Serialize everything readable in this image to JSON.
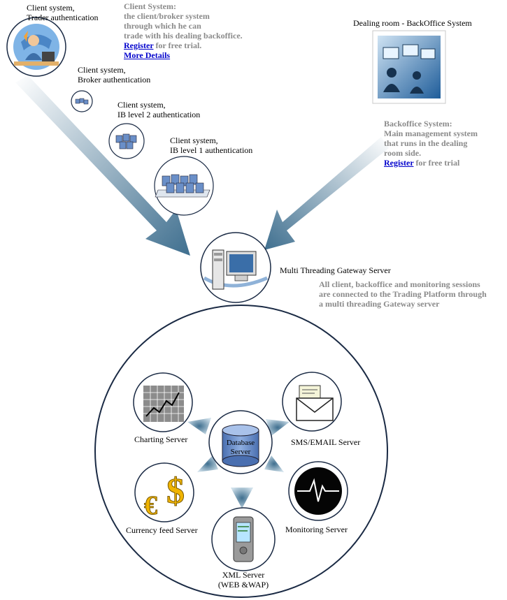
{
  "colors": {
    "arrow_dark": "#3f6f8f",
    "arrow_light": "#ffffff",
    "note_text": "#8a8a8a",
    "link": "#0000cc",
    "circle_stroke": "#1a2a44",
    "database_blue": "#6a8fc8"
  },
  "top_client": {
    "label_lines": [
      "Client system,",
      "Trader authentication"
    ],
    "title": "Client System:",
    "desc_lines": [
      "the client/broker system",
      "through which he can",
      "trade with his dealing backoffice."
    ],
    "register_link": "Register",
    "register_suffix": " for free trial.",
    "details_link": "More Details"
  },
  "broker": {
    "label_lines": [
      "Client system,",
      "Broker authentication"
    ]
  },
  "ib2": {
    "label_lines": [
      "Client system,",
      "IB level 2 authentication"
    ]
  },
  "ib1": {
    "label_lines": [
      "Client system,",
      "IB level 1 authentication"
    ]
  },
  "dealing_room": {
    "label": "Dealing room - BackOffice System"
  },
  "backoffice": {
    "desc_lines": [
      "Backoffice System:",
      "Main management system",
      "that runs in the dealing",
      "room side."
    ],
    "register_link": "Register",
    "register_suffix": " for free trial"
  },
  "gateway": {
    "label": "Multi Threading Gateway Server",
    "desc_lines": [
      "All client, backoffice and monitoring sessions",
      "are connected to the Trading Platform through",
      "a multi threading Gateway server"
    ]
  },
  "servers": {
    "charting": "Charting Server",
    "sms": "SMS/EMAIL Server",
    "database_lines": [
      "Database",
      "Server"
    ],
    "currency": "Currency feed Server",
    "monitoring": "Monitoring Server",
    "xml_lines": [
      "XML Server",
      "(WEB &WAP)"
    ]
  },
  "icons": {
    "trader": "trader-person-icon",
    "dealing_room_photo": "dealing-room-photo",
    "broker": "servers-small-icon",
    "ib2": "servers-medium-icon",
    "ib1": "servers-large-icon",
    "gateway": "gateway-computer-icon",
    "charting": "chart-icon",
    "sms": "envelope-icon",
    "database": "database-cylinder-icon",
    "currency": "currency-symbols-icon",
    "monitoring": "heartbeat-monitor-icon",
    "xml": "pda-device-icon"
  }
}
